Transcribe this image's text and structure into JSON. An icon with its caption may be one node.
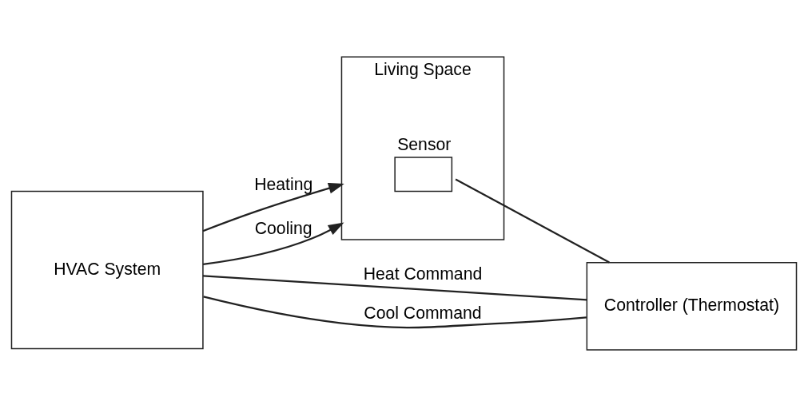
{
  "diagram": {
    "nodes": [
      {
        "text": [
          "HVAC System"
        ]
      },
      {
        "text": [
          "Living Space"
        ]
      },
      {
        "text": [
          "Sensor"
        ],
        "in": 1
      },
      {
        "text": [
          "Controller (Thermostat)"
        ]
      }
    ],
    "edges": [
      {
        "from": 0,
        "to": 1,
        "arrow": "to",
        "label": "Heating"
      },
      {
        "from": 0,
        "to": 1,
        "arrow": "to",
        "label": "Cooling"
      },
      {
        "from": 0,
        "to": 3,
        "arrow": "none",
        "label": "Heat Command"
      },
      {
        "from": 0,
        "to": 3,
        "arrow": "none",
        "label": "Cool Command"
      },
      {
        "from": 2,
        "to": 3,
        "arrow": "none"
      }
    ]
  }
}
